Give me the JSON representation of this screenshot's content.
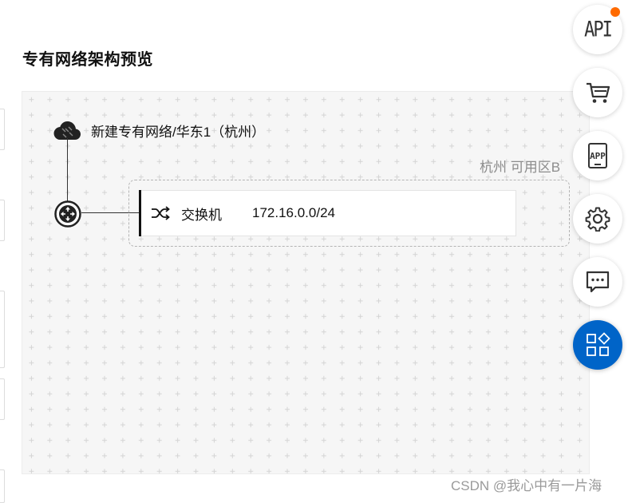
{
  "page": {
    "title": "专有网络架构预览"
  },
  "topology": {
    "vpc_label": "新建专有网络/华东1（杭州）",
    "zone_label": "杭州 可用区B",
    "switch": {
      "name": "交换机",
      "cidr": "172.16.0.0/24"
    }
  },
  "toolbar": {
    "api_label": "API",
    "app_label": "APP",
    "items": [
      "api-icon",
      "cart-icon",
      "app-icon",
      "gear-icon",
      "message-icon",
      "apps-grid-icon"
    ]
  },
  "colors": {
    "accent": "#0064c8",
    "badge": "#ff6a00",
    "canvas_bg": "#f6f6f6"
  },
  "watermark": "CSDN @我心中有一片海"
}
